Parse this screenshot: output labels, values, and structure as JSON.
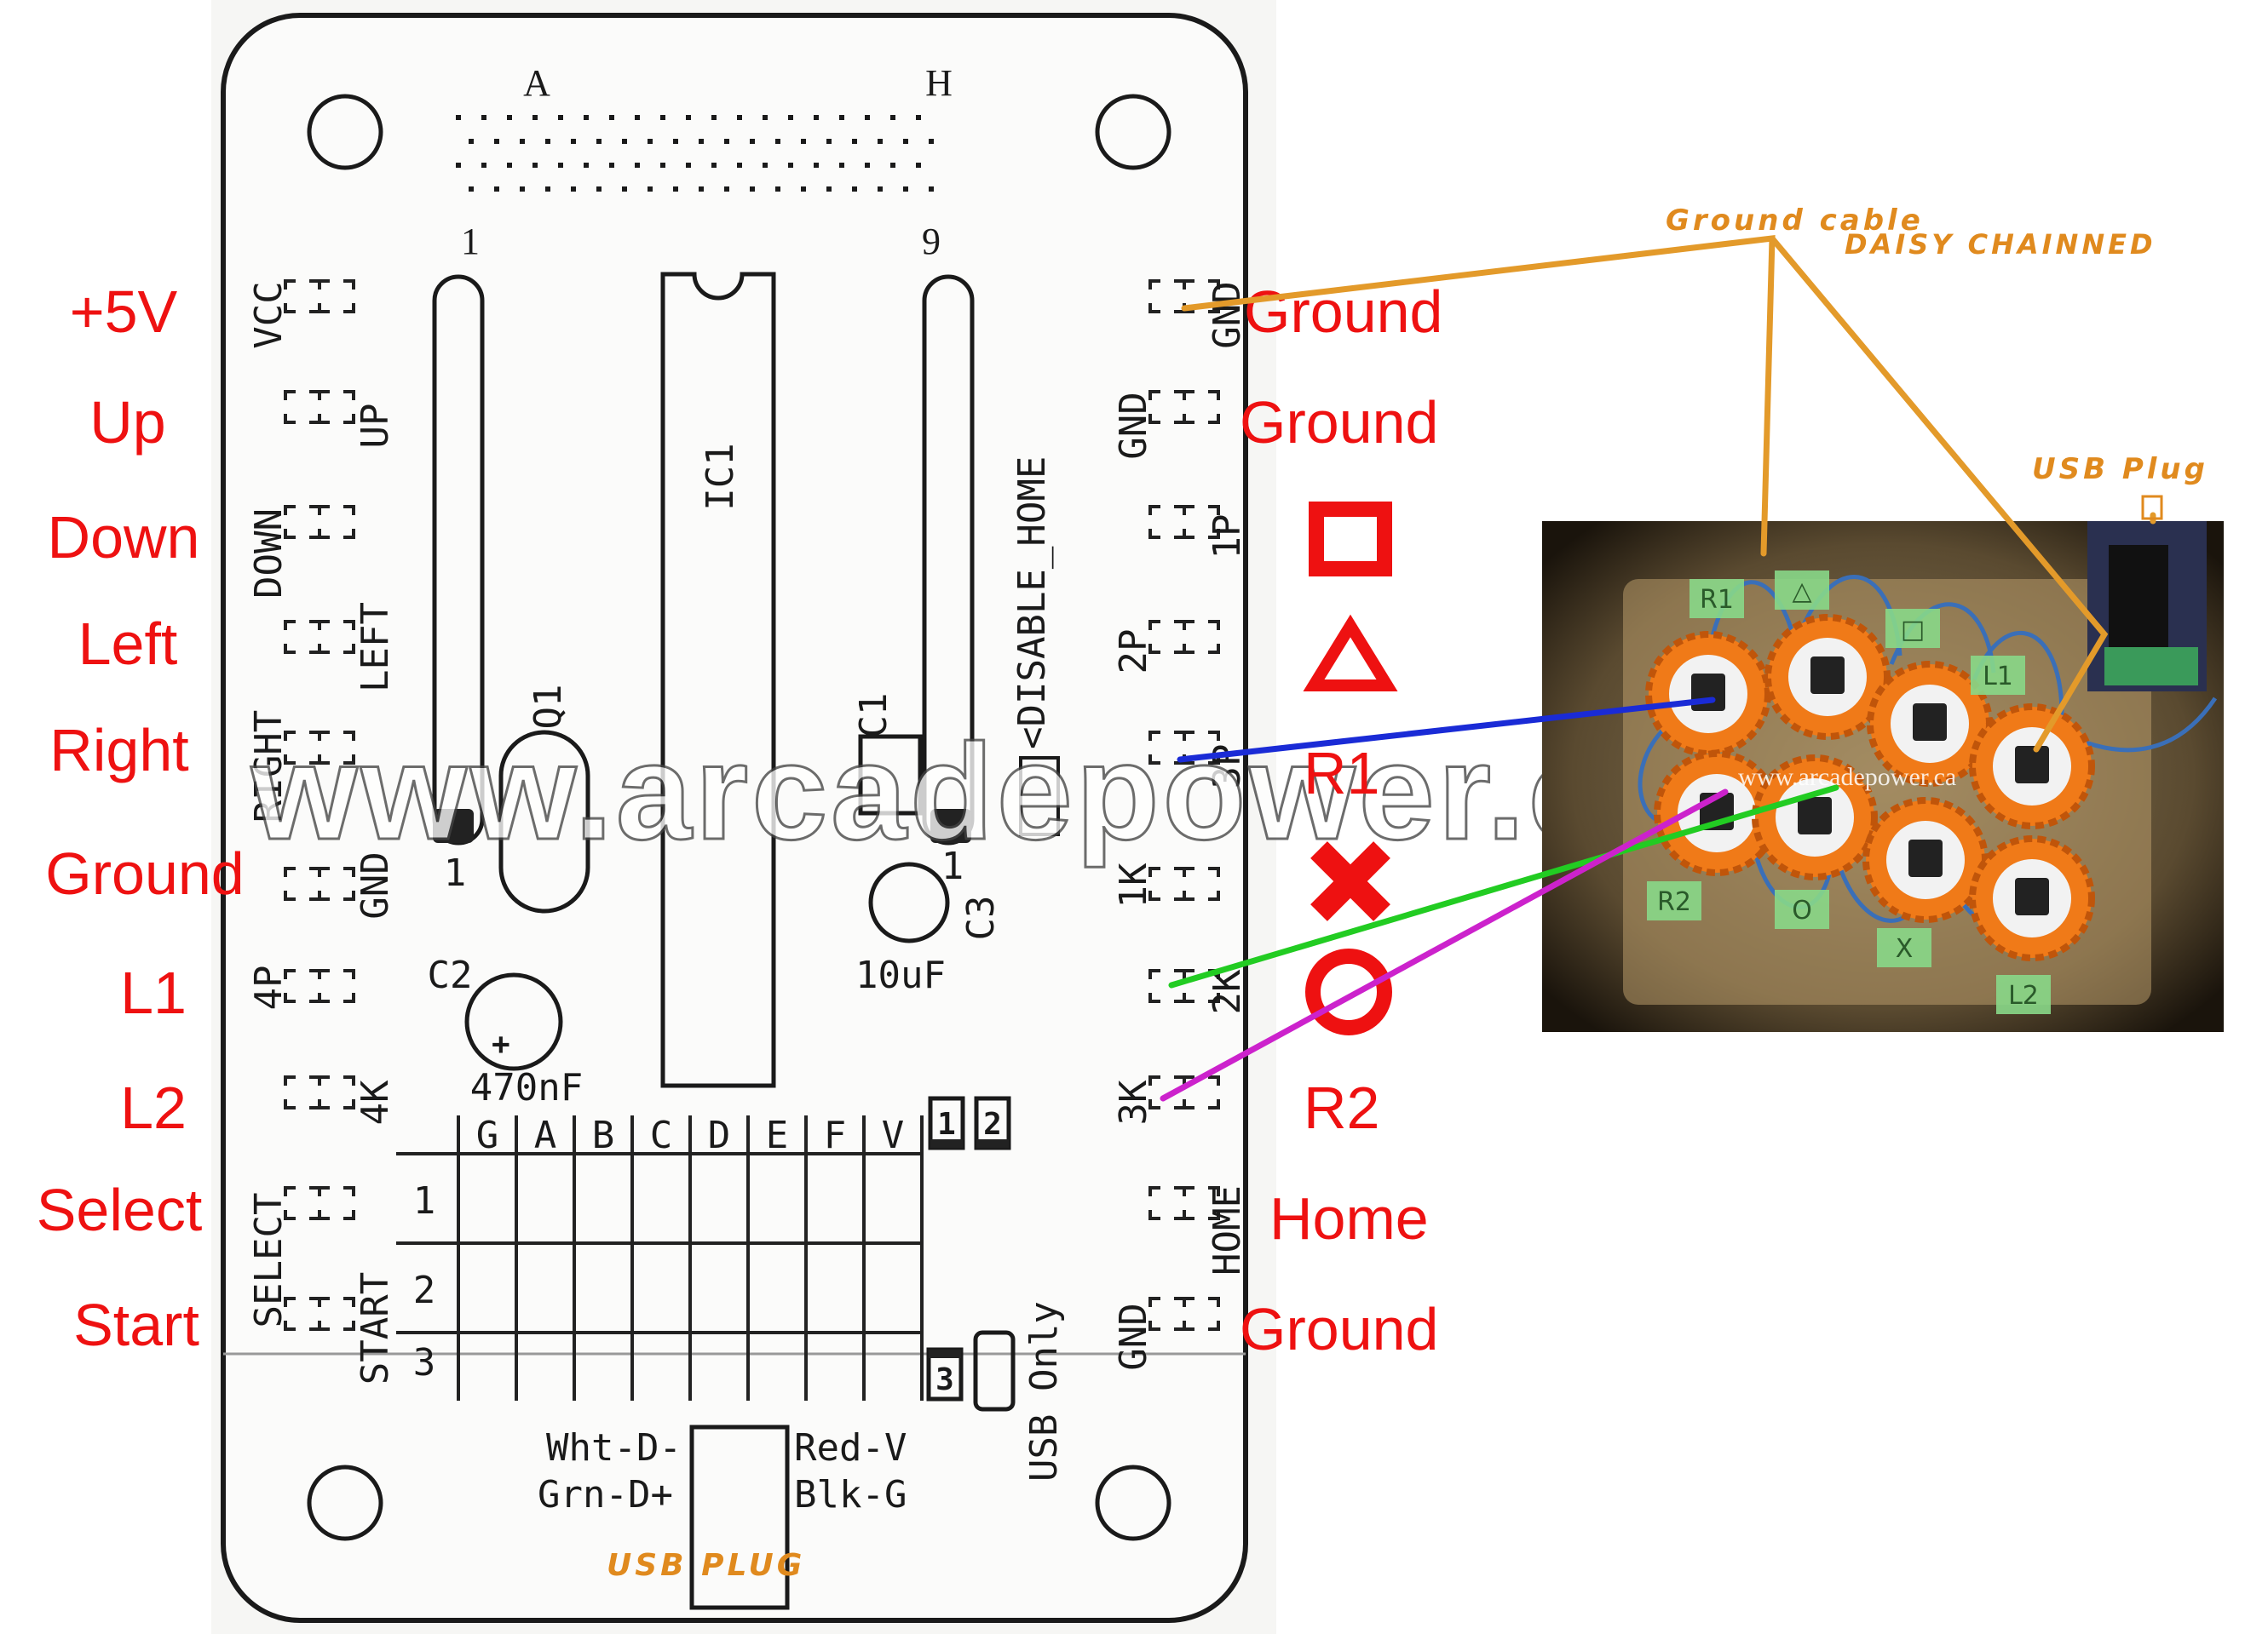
{
  "board": {
    "connector_labels": {
      "col_first": "A",
      "col_last": "H",
      "row_first": "1",
      "row_last": "9"
    },
    "ic1": "IC1",
    "q1": "Q1",
    "c1": "C1",
    "c2": "C2",
    "c3": "C3",
    "c2_value": "470nF",
    "c3_value": "10uF",
    "pin1_a": "1",
    "pin1_b": "1",
    "disable_home": "<DISABLE_HOME",
    "watermark": "www.arcadepower.ca",
    "left_pads": [
      "VCC",
      "UP",
      "DOWN",
      "LEFT",
      "RIGHT",
      "GND",
      "4P",
      "4K",
      "SELECT",
      "START"
    ],
    "right_pads": [
      "GND",
      "GND",
      "1P",
      "2P",
      "3P",
      "1K",
      "2K",
      "3K",
      "HOME",
      "GND"
    ],
    "grid_cols": [
      "G",
      "A",
      "B",
      "C",
      "D",
      "E",
      "F",
      "V"
    ],
    "grid_rows": [
      "1",
      "2",
      "3"
    ],
    "jumper_1": "1",
    "jumper_2": "2",
    "jumper_3": "3",
    "usb_only": "USB Only",
    "wht": "Wht-D-",
    "grn": "Grn-D+",
    "red": "Red-V",
    "blk": "Blk-G"
  },
  "left_labels": [
    "+5V",
    "Up",
    "Down",
    "Left",
    "Right",
    "Ground",
    "L1",
    "L2",
    "Select",
    "Start"
  ],
  "right_labels": {
    "ground_1": "Ground",
    "ground_2": "Ground",
    "r1": "R1",
    "r2": "R2",
    "home": "Home",
    "ground_3": "Ground",
    "symbols": [
      "square",
      "triangle",
      "cross",
      "circle"
    ]
  },
  "annotations": {
    "ground_cable": "Ground cable",
    "daisy": "DAISY CHAINNED",
    "usb_plug_top": "USB Plug",
    "usb_plug_bottom": "USB PLUG"
  },
  "photo": {
    "labels": [
      "R1",
      "△",
      "□",
      "L1",
      "R2",
      "O",
      "X",
      "L2"
    ],
    "watermark": "www.arcadepower.ca"
  },
  "colors": {
    "label_red": "#ee1111",
    "annotation_orange": "#e08a1e",
    "wire_ground": "#e39a2a",
    "wire_r1": "#1a2bd6",
    "wire_circle": "#22cc22",
    "wire_r2": "#cc22cc"
  }
}
